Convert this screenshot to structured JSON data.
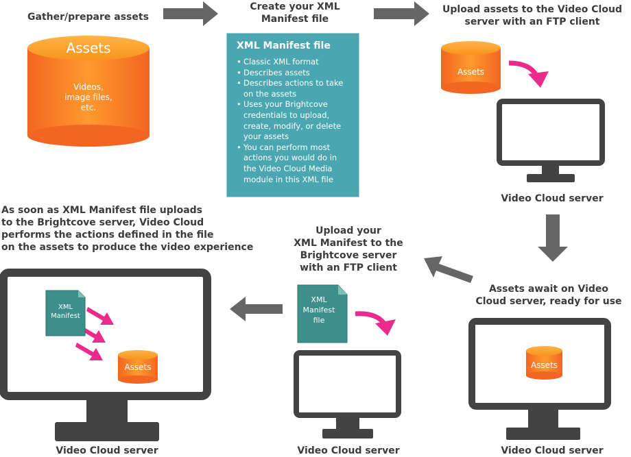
{
  "steps": {
    "gather": "Gather/prepare assets",
    "create": [
      "Create your XML",
      "Manifest file"
    ],
    "upload_assets": [
      "Upload assets to the Video Cloud",
      "server with an FTP client"
    ],
    "await": [
      "Assets await on Video",
      "Cloud server, ready for use"
    ],
    "upload_manifest": [
      "Upload your",
      "XML Manifest to the",
      "Brightcove server",
      "with an FTP client"
    ],
    "process": [
      "As soon as XML Manifest file uploads",
      "to the Brightcove server, Video Cloud",
      "performs the actions defined in the file",
      "on the assets to produce the video experience"
    ]
  },
  "big_cylinder": {
    "title": "Assets",
    "desc": [
      "Videos,",
      "image files,",
      "etc."
    ]
  },
  "manifest": {
    "title": "XML Manifest file",
    "bullets": [
      "Classic XML format",
      "Describes assets",
      "Describes actions to take on the assets",
      "Uses your Brightcove credentials to upload, create, modify, or delete your assets",
      "You can perform most actions you would do in the Video Cloud Media module in this XML file"
    ]
  },
  "assets_label": "Assets",
  "doc_label": [
    "XML",
    "Manifest",
    "file"
  ],
  "doc_label_small": [
    "XML",
    "Manifest"
  ],
  "server_label": "Video Cloud server",
  "colors": {
    "orange": "#f7941d",
    "orange_dark": "#f26522",
    "teal": "#4aa7b1",
    "teal_doc": "#3d8f8b",
    "magenta": "#ec2a8b",
    "gray_arrow": "#666666",
    "monitor": "#434343"
  }
}
